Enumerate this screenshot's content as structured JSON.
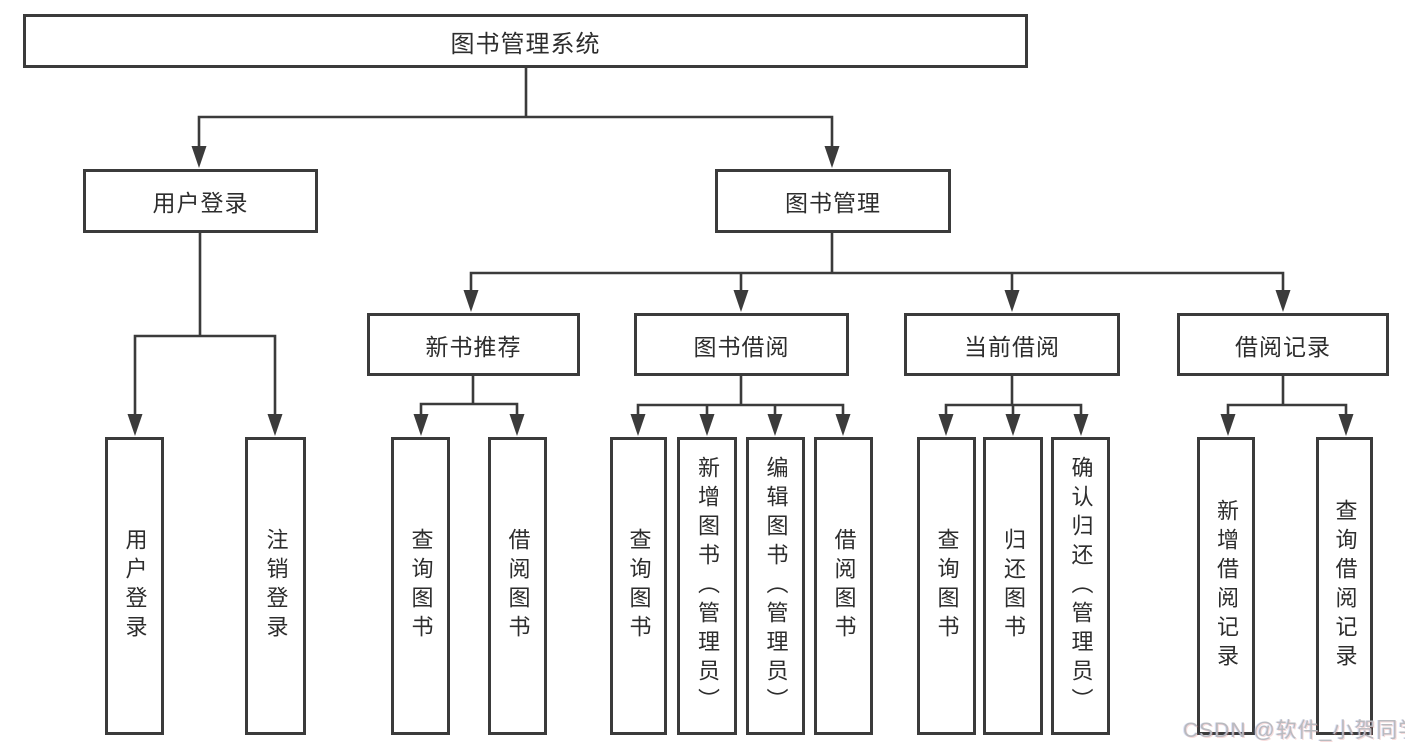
{
  "title": "图书管理系统",
  "watermark": "CSDN @软件_小贺同学",
  "colors": {
    "line": "#3b3b3b",
    "box_border": "#3b3b3b",
    "box_fill": "#ffffff",
    "text": "#2d2d2d",
    "background": "#ffffff",
    "watermark": "#b9babf"
  },
  "tree": {
    "root": "图书管理系统",
    "branches": [
      {
        "label": "用户登录",
        "children": [
          "用户登录",
          "注销登录"
        ]
      },
      {
        "label": "图书管理",
        "groups": [
          {
            "label": "新书推荐",
            "children": [
              "查询图书",
              "借阅图书"
            ]
          },
          {
            "label": "图书借阅",
            "children": [
              "查询图书",
              "新增图书（管理员）",
              "编辑图书（管理员）",
              "借阅图书"
            ]
          },
          {
            "label": "当前借阅",
            "children": [
              "查询图书",
              "归还图书",
              "确认归还（管理员）"
            ]
          },
          {
            "label": "借阅记录",
            "children": [
              "新增借阅记录",
              "查询借阅记录"
            ]
          }
        ]
      }
    ]
  }
}
